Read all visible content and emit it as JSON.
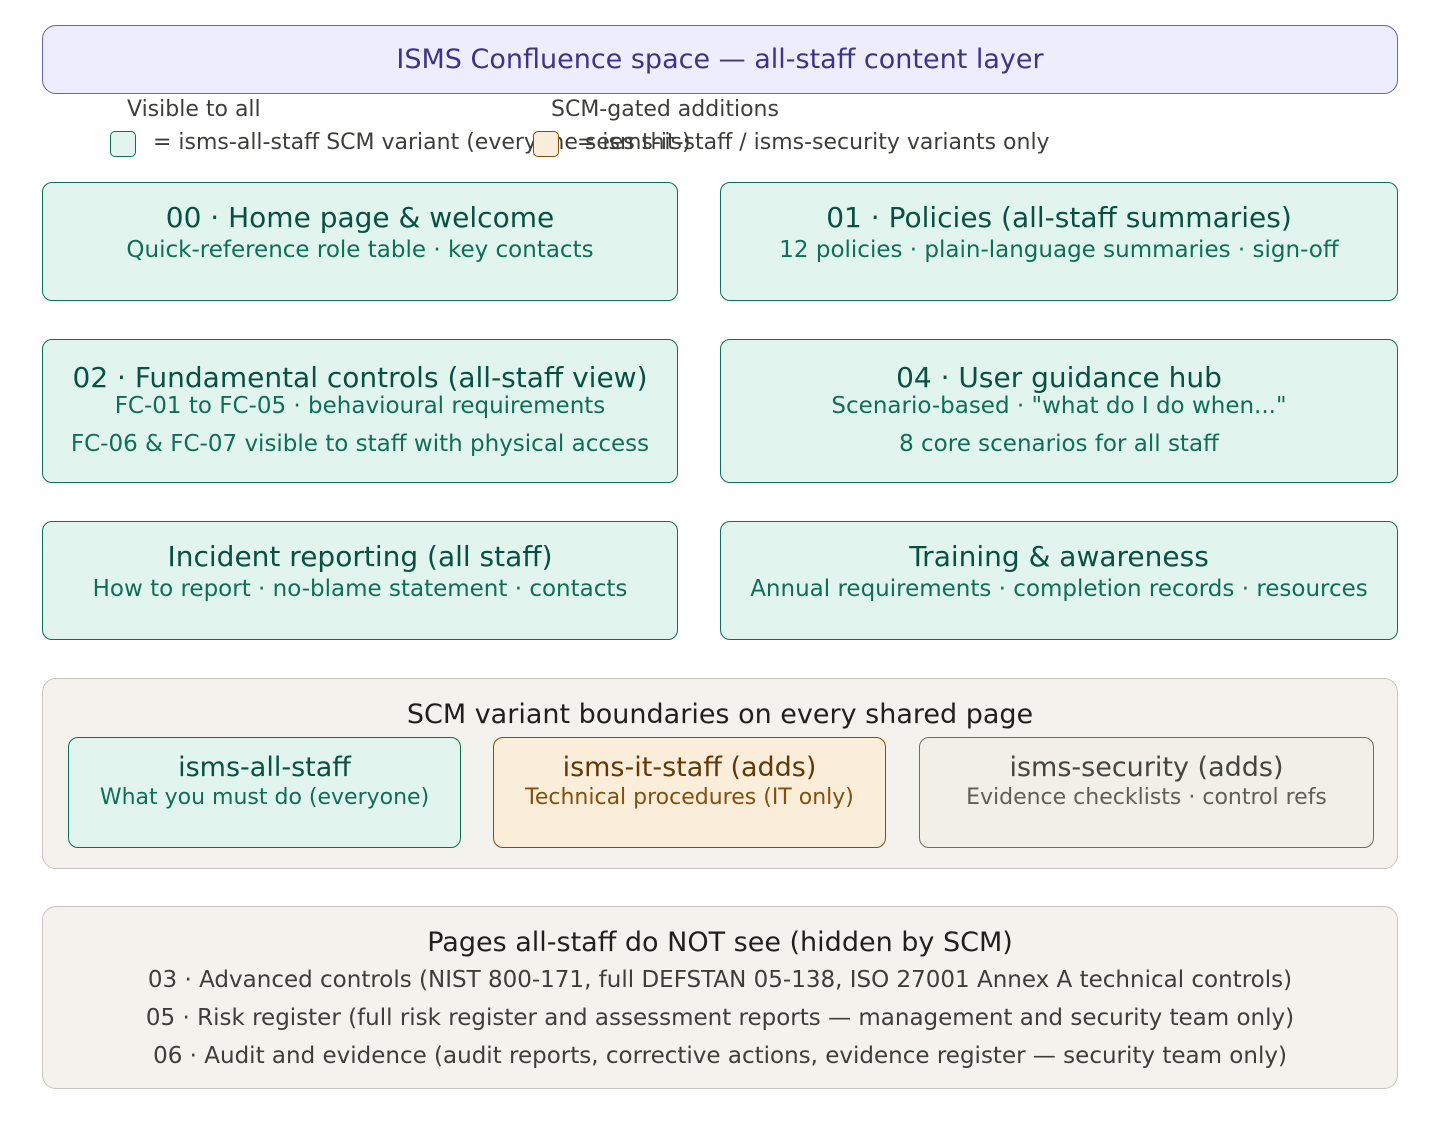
{
  "header": {
    "title": "ISMS Confluence space — all-staff content layer"
  },
  "legend": {
    "visible_label": "Visible to all",
    "visible_desc": "= isms-all-staff SCM variant (everyone sees this)",
    "gated_label": "SCM-gated additions",
    "gated_desc": "= isms-it-staff / isms-security variants only"
  },
  "cards": [
    {
      "title": "00 · Home page & welcome",
      "lines": [
        "Quick-reference role table · key contacts"
      ]
    },
    {
      "title": "01 · Policies (all-staff summaries)",
      "lines": [
        "12 policies · plain-language summaries · sign-off"
      ]
    },
    {
      "title": "02 · Fundamental controls (all-staff view)",
      "lines": [
        "FC-01 to FC-05 · behavioural requirements",
        "FC-06 & FC-07 visible to staff with physical access"
      ]
    },
    {
      "title": "04 · User guidance hub",
      "lines": [
        "Scenario-based · \"what do I do when...\"",
        "8 core scenarios for all staff"
      ]
    },
    {
      "title": "Incident reporting (all staff)",
      "lines": [
        "How to report · no-blame statement · contacts"
      ]
    },
    {
      "title": "Training & awareness",
      "lines": [
        "Annual requirements · completion records · resources"
      ]
    }
  ],
  "variants": {
    "title": "SCM variant boundaries on every shared page",
    "items": [
      {
        "title": "isms-all-staff",
        "subtitle": "What you must do (everyone)"
      },
      {
        "title": "isms-it-staff (adds)",
        "subtitle": "Technical procedures (IT only)"
      },
      {
        "title": "isms-security (adds)",
        "subtitle": "Evidence checklists · control refs"
      }
    ]
  },
  "hidden": {
    "title": "Pages all-staff do NOT see (hidden by SCM)",
    "lines": [
      "03 · Advanced controls (NIST 800-171, full DEFSTAN 05-138, ISO 27001 Annex A technical controls)",
      "05 · Risk register (full risk register and assessment reports — management and security team only)",
      "06 · Audit and evidence (audit reports, corrective actions, evidence register — security team only)"
    ]
  }
}
